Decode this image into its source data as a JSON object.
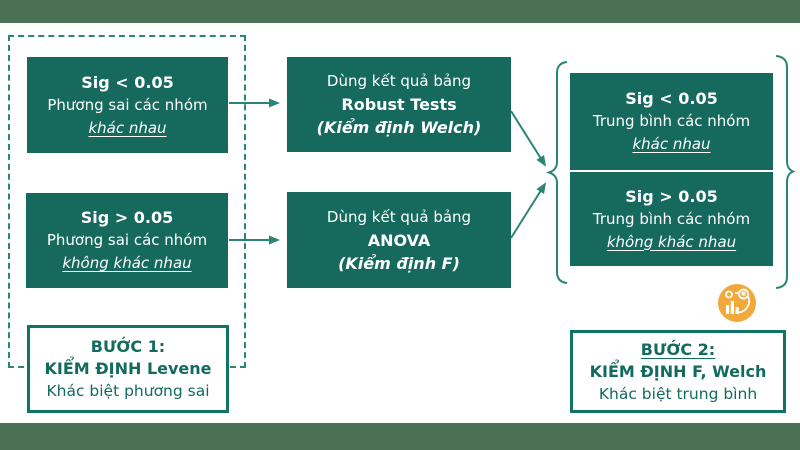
{
  "colors": {
    "box-teal": "#15695d",
    "line-teal": "#2a8577",
    "border-teal": "#0f7465",
    "text-teal": "#136a5f",
    "bar-green": "#4a7154",
    "logo-orange": "#f2a83b",
    "bg-white": "#ffffff"
  },
  "left_group": {
    "box_sig_less": {
      "line1": "Sig < 0.05",
      "line2": "Phương sai các nhóm",
      "line3": "khác nhau"
    },
    "box_sig_greater": {
      "line1": "Sig > 0.05",
      "line2": "Phương sai các nhóm",
      "line3": "không khác nhau"
    }
  },
  "middle_group": {
    "box_robust": {
      "line1": "Dùng kết quả bảng",
      "line2": "Robust Tests",
      "line3": "(Kiểm định Welch)"
    },
    "box_anova": {
      "line1": "Dùng kết quả bảng",
      "line2": "ANOVA",
      "line3": "(Kiểm định F)"
    }
  },
  "right_group": {
    "box_sig_less": {
      "line1": "Sig < 0.05",
      "line2": "Trung bình các nhóm",
      "line3": "khác nhau"
    },
    "box_sig_greater": {
      "line1": "Sig > 0.05",
      "line2": "Trung bình các nhóm",
      "line3": "không khác nhau"
    }
  },
  "steps": {
    "step1": {
      "line1": "BƯỚC 1:",
      "line2": "KIỂM ĐỊNH Levene",
      "line3": "Khác biệt phương sai"
    },
    "step2": {
      "line1": "BƯỚC 2:",
      "line2": "KIỂM ĐỊNH F, Welch",
      "line3": "Khác biệt trung bình"
    }
  },
  "logo": {
    "icon_name": "bar-chart-gear-badge-icon"
  }
}
